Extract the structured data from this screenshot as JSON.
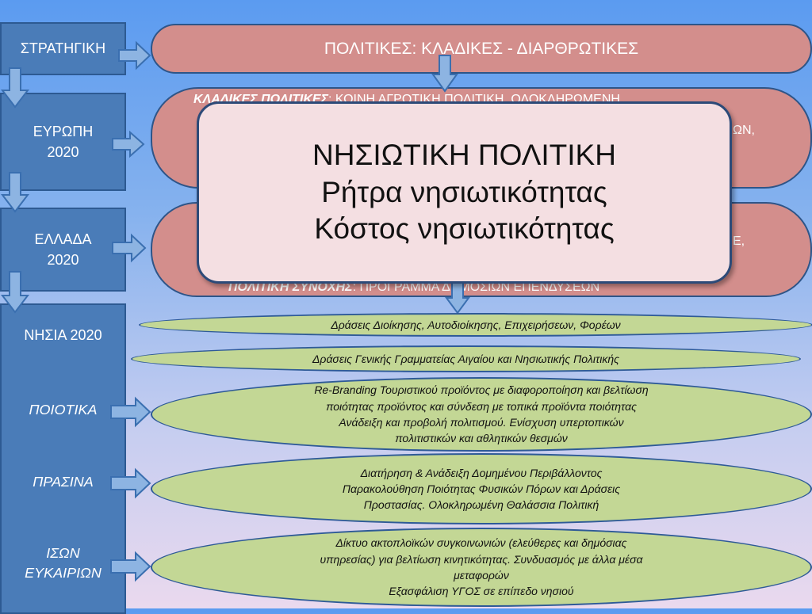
{
  "left_boxes": [
    {
      "id": "strategy",
      "lines": [
        "ΣΤΡΑΤΗΓΙΚΗ"
      ]
    },
    {
      "id": "europe",
      "lines": [
        "ΕΥΡΩΠΗ",
        "2020"
      ]
    },
    {
      "id": "greece",
      "lines": [
        "ΕΛΛΑΔΑ",
        "2020"
      ]
    }
  ],
  "column": {
    "title": "ΝΗΣΙΑ 2020",
    "items": [
      {
        "id": "quality",
        "label": "ΠΟΙΟΤΙΚΑ"
      },
      {
        "id": "green",
        "label": "ΠΡΑΣΙΝΑ"
      },
      {
        "id": "equal",
        "lines": [
          "ΙΣΩΝ",
          "ΕΥΚΑΙΡΙΩΝ"
        ]
      }
    ]
  },
  "top_pill": {
    "text": "ΠΟΛΙΤΙΚΕΣ: ΚΛΑΔΙΚΕΣ - ΔΙΑΡΘΡΩΤΙΚΕΣ"
  },
  "middle_pill": {
    "bold_fragment": "ΚΛΑΔΙΚΕΣ ΠΟΛΙΤΙΚΕΣ",
    "text_fragment": ": ΚΟΙΝΗ ΑΓΡΟΤΙΚΗ ΠΟΛΙΤΙΚΗ, ΟΛΟΚΛΗΡΩΜΕΝΗ",
    "right_fragment": "ΩΝ,"
  },
  "lower_pill": {
    "right_fragment": "Ε,",
    "bold_fragment": "ΠΟΛΙΤΙΚΗ ΣΥΝΟΧΗΣ",
    "text_fragment": ": ΠΡΟΓΡΑΜΜΑ ΔΗΜΟΣΙΩΝ ΕΠΕΝΔΥΣΕΩΝ"
  },
  "ellipses": [
    {
      "id": "admin-actions",
      "lines": [
        "Δράσεις  Διοίκησης, Αυτοδιοίκησης, Επιχειρήσεων, Φορέων"
      ]
    },
    {
      "id": "secretariat-actions",
      "lines": [
        "Δράσεις  Γενικής Γραμματείας Αιγαίου και Νησιωτικής Πολιτικής"
      ]
    },
    {
      "id": "rebranding",
      "lines": [
        "Re-Branding Τουριστικού προϊόντος με διαφοροποίηση και βελτίωση",
        "ποιότητας προϊόντος και σύνδεση με τοπικά προϊόντα ποιότητας",
        "Ανάδειξη και προβολή πολιτισμού. Ενίσχυση υπερτοπικών",
        "πολιτιστικών και αθλητικών θεσμών"
      ]
    },
    {
      "id": "environment",
      "lines": [
        "Διατήρηση & Ανάδειξη Δομημένου Περιβάλλοντος",
        "Παρακολούθηση Ποιότητας Φυσικών Πόρων και Δράσεις",
        "Προστασίας. Ολοκληρωμένη Θαλάσσια Πολιτική"
      ]
    },
    {
      "id": "transport",
      "lines": [
        "Δίκτυο ακτοπλοϊκών συγκοινωνιών (ελεύθερες και δημόσιας",
        "υπηρεσίας) για βελτίωση κινητικότητας. Συνδυασμός με άλλα μέσα",
        "μεταφορών",
        "Εξασφάλιση ΥΓΟΣ σε επίπεδο νησιού"
      ]
    }
  ],
  "popup": {
    "lines": [
      "ΝΗΣΙΩΤΙΚΗ ΠΟΛΙΤΙΚΗ",
      "Ρήτρα νησιωτικότητας",
      "Κόστος νησιωτικότητας"
    ]
  },
  "colors": {
    "left_box": "#4a7cb8",
    "pill": "#d38e8c",
    "ellipse": "#c3d795",
    "popup": "#f4dfe2",
    "arrow": "#8db4e2"
  }
}
